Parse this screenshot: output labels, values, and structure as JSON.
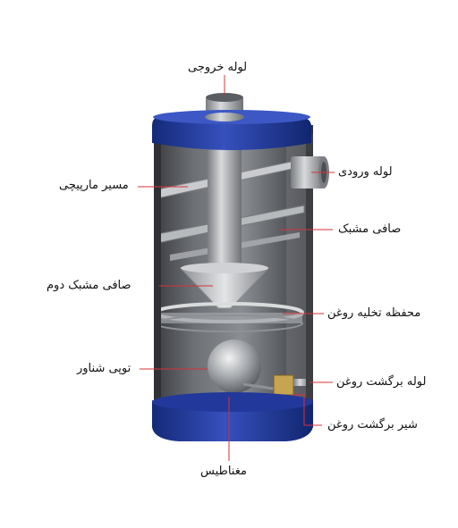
{
  "labels": {
    "outlet_pipe": "لوله خروجی",
    "inlet_pipe": "لوله ورودی",
    "spiral_path": "مسیر مارپیچی",
    "mesh_filter": "صافی مشبک",
    "second_mesh_filter": "صافی مشبک دوم",
    "oil_drain_chamber": "محفظه تخلیه روغن",
    "float_ball": "توپی شناور",
    "oil_return_pipe": "لوله برگشت روغن",
    "oil_return_valve": "شیر برگشت روغن",
    "magnet": "مغناطیس"
  },
  "colors": {
    "cap_blue": "#2b45a8",
    "leader_red": "#d4333a",
    "steel": "#9a9ea3"
  }
}
